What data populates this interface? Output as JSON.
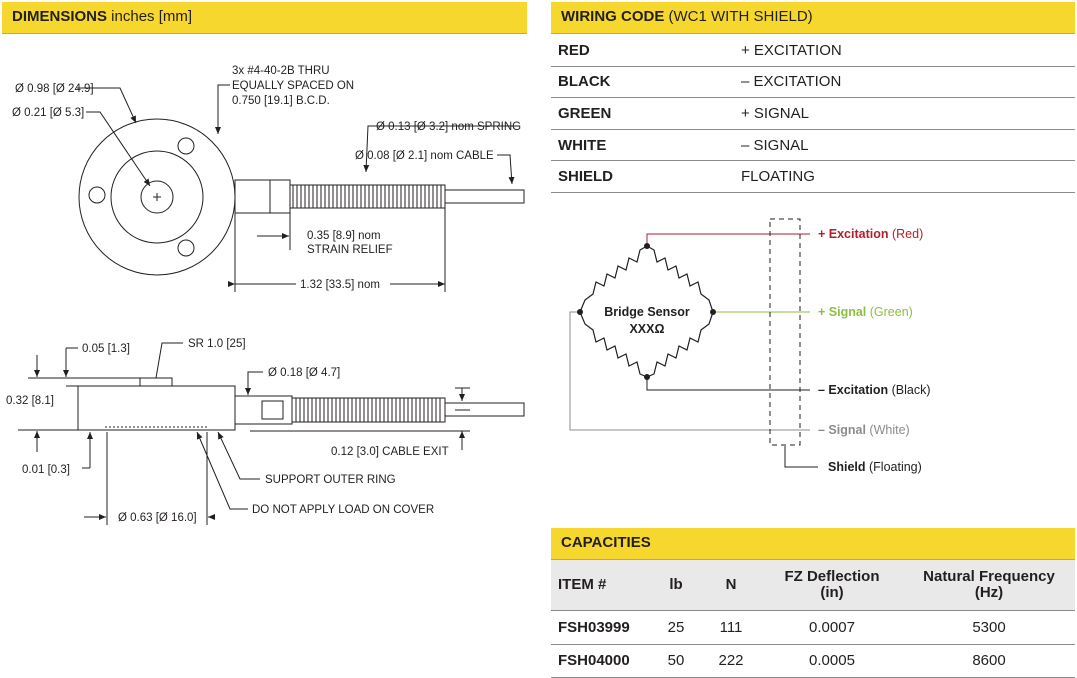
{
  "dimensions": {
    "title_bold": "DIMENSIONS",
    "title_rest": " inches [mm]",
    "top_view": {
      "outer_dia": "Ø 0.98 [Ø 24.9]",
      "inner_dia": "Ø 0.21 [Ø 5.3]",
      "holes_line1": "3x #4-40-2B THRU",
      "holes_line2": "EQUALLY SPACED ON",
      "holes_line3": "0.750 [19.1] B.C.D.",
      "spring": "Ø 0.13 [Ø 3.2] nom SPRING",
      "cable": "Ø 0.08 [Ø 2.1] nom CABLE",
      "strain_relief_1": "0.35 [8.9] nom",
      "strain_relief_2": "STRAIN RELIEF",
      "length": "1.32 [33.5] nom"
    },
    "side_view": {
      "button_h": "0.05 [1.3]",
      "sr": "SR 1.0 [25]",
      "fitting_dia": "Ø 0.18 [Ø 4.7]",
      "height": "0.32 [8.1]",
      "gap": "0.01 [0.3]",
      "cable_exit": "0.12 [3.0] CABLE EXIT",
      "support_ring": "SUPPORT OUTER RING",
      "no_load": "DO NOT APPLY LOAD ON COVER",
      "ring_dia": "Ø 0.63 [Ø 16.0]"
    }
  },
  "wiring": {
    "title_bold": "WIRING CODE",
    "title_rest": " (WC1 WITH SHIELD)",
    "rows": [
      {
        "color": "RED",
        "function": "+ EXCITATION"
      },
      {
        "color": "BLACK",
        "function": "– EXCITATION"
      },
      {
        "color": "GREEN",
        "function": "+ SIGNAL"
      },
      {
        "color": "WHITE",
        "function": "– SIGNAL"
      },
      {
        "color": "SHIELD",
        "function": "FLOATING"
      }
    ],
    "diagram": {
      "bridge_line1": "Bridge Sensor",
      "bridge_line2": "XXXΩ",
      "exc_pos_bold": "+ Excitation",
      "exc_pos_rest": " (Red)",
      "sig_pos_bold": "+ Signal",
      "sig_pos_rest": " (Green)",
      "exc_neg_bold": "– Excitation",
      "exc_neg_rest": " (Black)",
      "sig_neg_bold": "– Signal",
      "sig_neg_rest": " (White)",
      "shield_bold": "Shield",
      "shield_rest": " (Floating)",
      "colors": {
        "red": "#b31e2e",
        "green": "#8dbf3f",
        "gray": "#8c8c8c",
        "black": "#231f20"
      }
    }
  },
  "capacities": {
    "title": "CAPACITIES",
    "headers": {
      "item": "ITEM #",
      "lb": "lb",
      "n": "N",
      "fz_1": "FZ Deflection",
      "fz_2": "(in)",
      "nf_1": "Natural Frequency",
      "nf_2": "(Hz)"
    },
    "rows": [
      {
        "item": "FSH03999",
        "lb": "25",
        "n": "111",
        "fz": "0.0007",
        "nf": "5300"
      },
      {
        "item": "FSH04000",
        "lb": "50",
        "n": "222",
        "fz": "0.0005",
        "nf": "8600"
      }
    ]
  },
  "colors": {
    "header_yellow": "#f6d72e",
    "table_header_gray": "#e9e9e9"
  }
}
